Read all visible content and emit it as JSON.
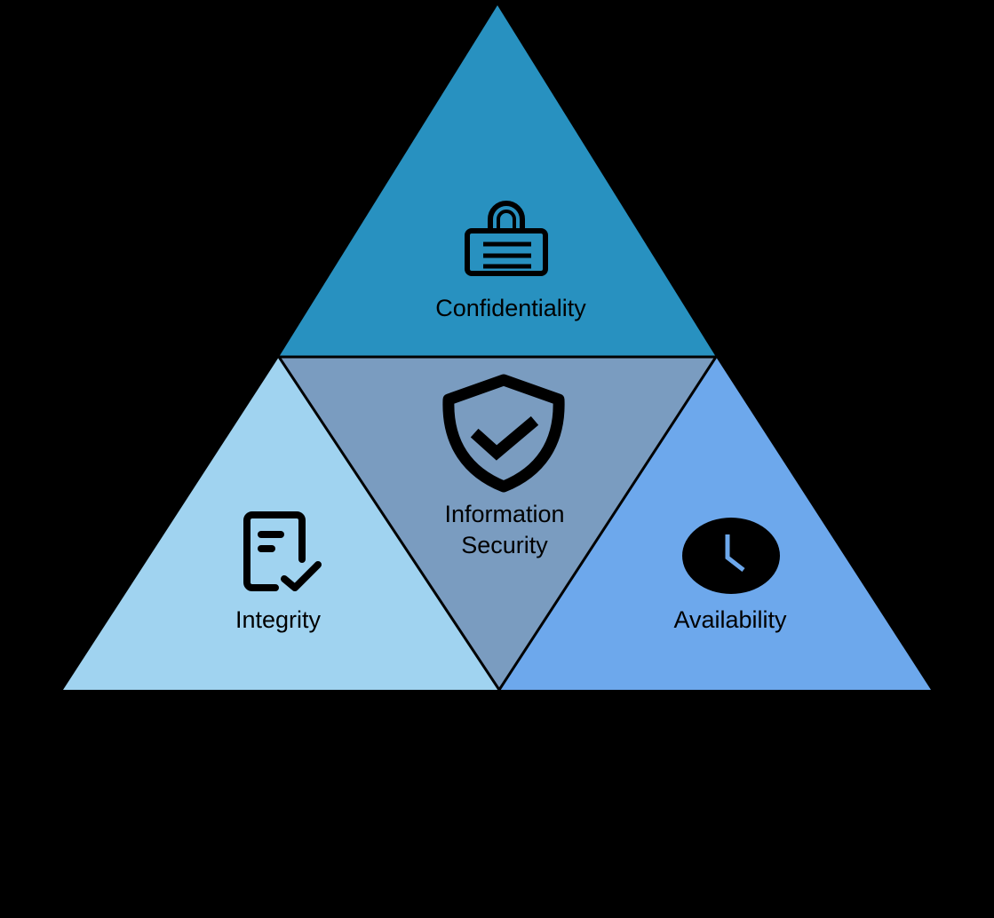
{
  "diagram": {
    "type": "CIA triad",
    "background": "#000000",
    "segments": [
      {
        "id": "confidentiality",
        "label": "Confidentiality",
        "icon": "lock-icon",
        "color": "#2891C0"
      },
      {
        "id": "information-security",
        "label_line1": "Information",
        "label_line2": "Security",
        "icon": "shield-check-icon",
        "color": "#7A9CC0"
      },
      {
        "id": "integrity",
        "label": "Integrity",
        "icon": "document-check-icon",
        "color": "#A0D3F0"
      },
      {
        "id": "availability",
        "label": "Availability",
        "icon": "clock-icon",
        "color": "#6DA8EC"
      }
    ]
  }
}
